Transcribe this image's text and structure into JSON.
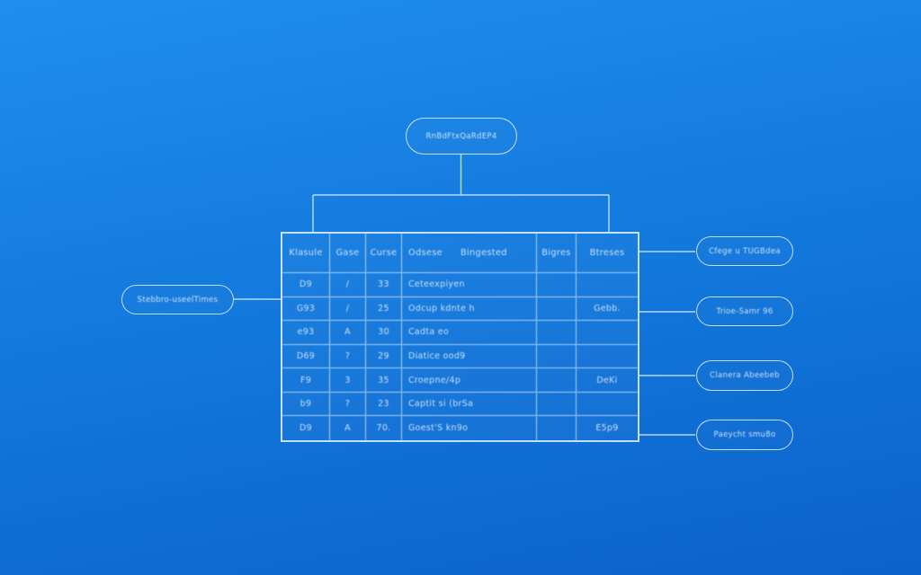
{
  "background": {
    "top_color": "#1f8eec",
    "bottom_color": "#0b62ca"
  },
  "line_color": "#e4f2fd",
  "nodes": {
    "top": {
      "label": "RnBdFtxQaRdEP4"
    },
    "left": {
      "label": "Stebbro-useelTimes"
    },
    "right": [
      {
        "label": "Cfege u TUGBdea"
      },
      {
        "label": "Trioe-Samr 96"
      },
      {
        "label": "Clanera Abeebeb"
      },
      {
        "label": "Paeycht smu8o"
      }
    ]
  },
  "table": {
    "headers": [
      "Klasule",
      "Gase",
      "Curse",
      "Odsese",
      "Bingested",
      "Bigres",
      "Btreses"
    ],
    "rows": [
      {
        "cells": [
          "D9",
          "/",
          "33",
          "Ceteexpiyen",
          "",
          ""
        ]
      },
      {
        "cells": [
          "G93",
          "/",
          "25",
          "Odcup kdnte h",
          "",
          "Gebb."
        ]
      },
      {
        "cells": [
          "e93",
          "A",
          "30",
          "Cadta eo",
          "",
          ""
        ]
      },
      {
        "cells": [
          "D69",
          "?",
          "29",
          "Diatice ood9",
          "",
          ""
        ]
      },
      {
        "cells": [
          "F9",
          "3",
          "35",
          "Croepne/4p",
          "",
          "DeKi"
        ]
      },
      {
        "cells": [
          "b9",
          "?",
          "23",
          "Captit si (brSa",
          "",
          ""
        ]
      },
      {
        "cells": [
          "D9",
          "A",
          "70.",
          "Goest'S kn9o",
          "",
          "E5p9"
        ]
      }
    ]
  }
}
